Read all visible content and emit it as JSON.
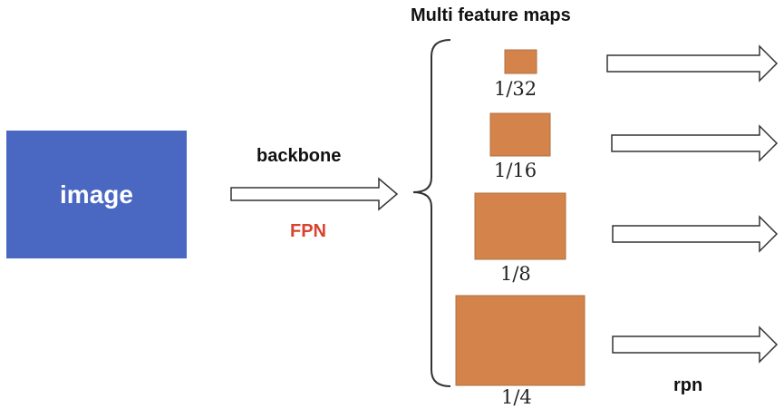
{
  "title": "Multi feature maps",
  "input_label": "image",
  "backbone_label": "backbone",
  "fpn_label": "FPN",
  "rpn_label": "rpn",
  "feature_maps": [
    {
      "scale": "1/32"
    },
    {
      "scale": "1/16"
    },
    {
      "scale": "1/8"
    },
    {
      "scale": "1/4"
    }
  ],
  "colors": {
    "image_box": "#4a68c2",
    "feature_map": "#d4834b",
    "feature_map_border": "#b0703f",
    "fpn_text": "#d9432f",
    "arrow_stroke": "#333333"
  }
}
